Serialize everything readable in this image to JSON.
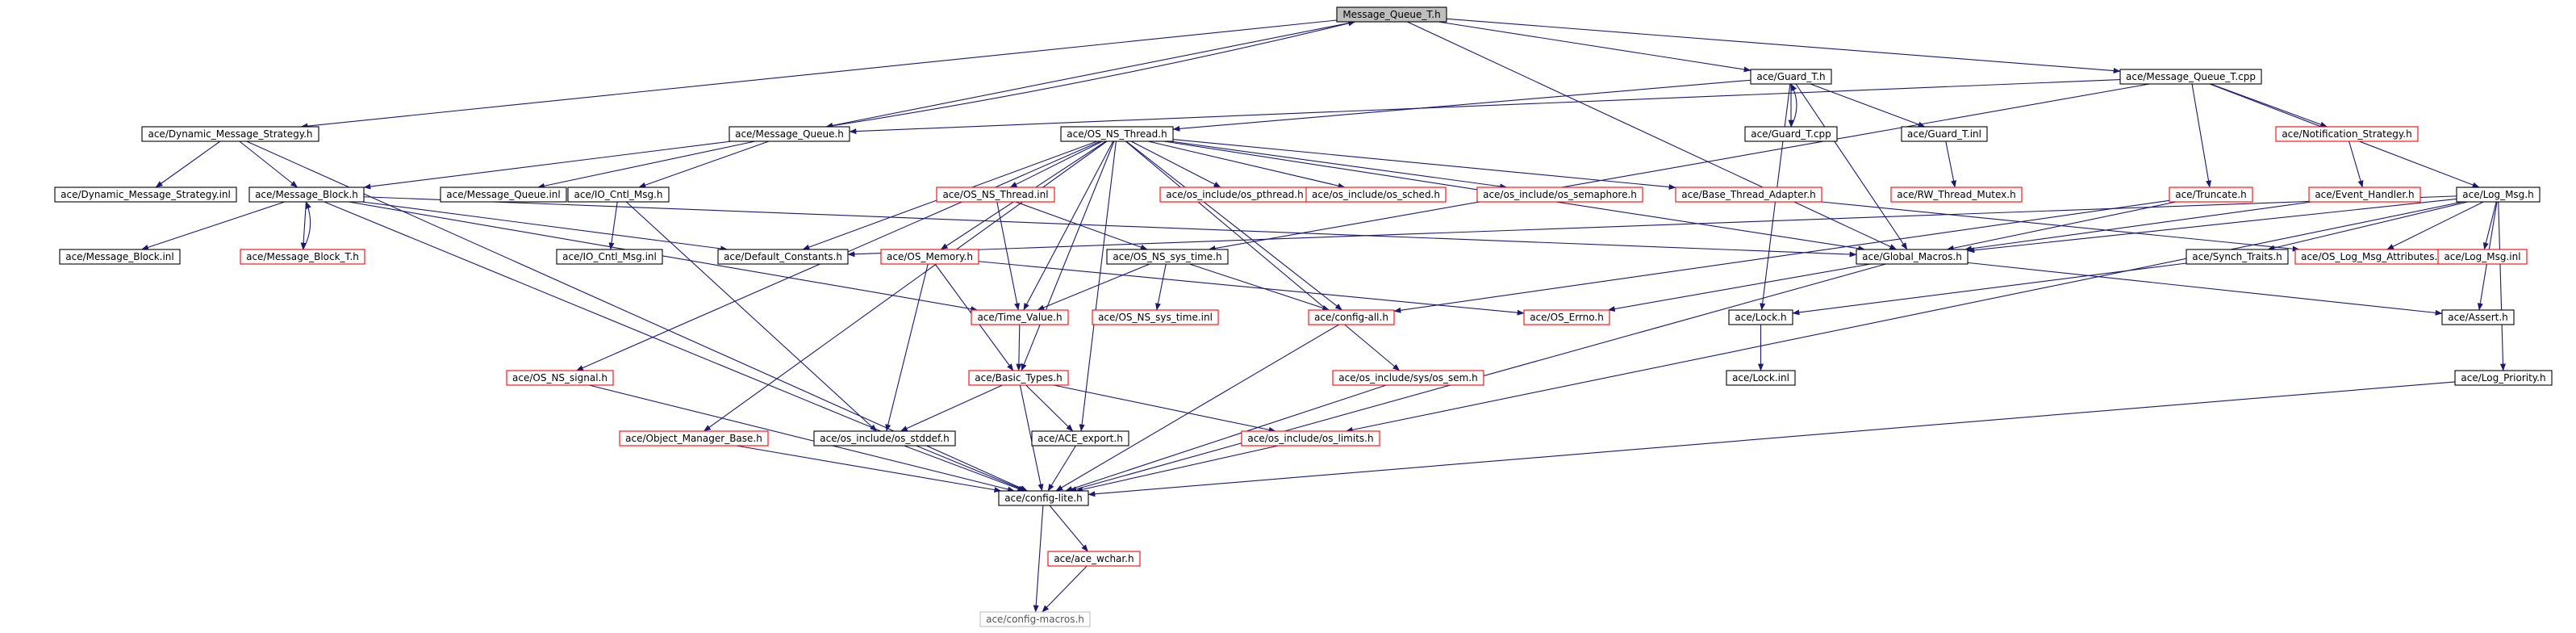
{
  "graph": {
    "nodes": [
      {
        "id": "root",
        "label": "Message_Queue_T.h",
        "kind": "root"
      },
      {
        "id": "guard_h",
        "label": "ace/Guard_T.h",
        "kind": "black"
      },
      {
        "id": "mqt_cpp",
        "label": "ace/Message_Queue_T.cpp",
        "kind": "black"
      },
      {
        "id": "dms_h",
        "label": "ace/Dynamic_Message_Strategy.h",
        "kind": "black"
      },
      {
        "id": "mq_h",
        "label": "ace/Message_Queue.h",
        "kind": "black"
      },
      {
        "id": "osnst_h",
        "label": "ace/OS_NS_Thread.h",
        "kind": "black"
      },
      {
        "id": "guard_cpp",
        "label": "ace/Guard_T.cpp",
        "kind": "black"
      },
      {
        "id": "guard_inl",
        "label": "ace/Guard_T.inl",
        "kind": "black"
      },
      {
        "id": "notif_h",
        "label": "ace/Notification_Strategy.h",
        "kind": "red"
      },
      {
        "id": "logmsg_h",
        "label": "ace/Log_Msg.h",
        "kind": "black"
      },
      {
        "id": "dms_inl",
        "label": "ace/Dynamic_Message_Strategy.inl",
        "kind": "black"
      },
      {
        "id": "mb_h",
        "label": "ace/Message_Block.h",
        "kind": "black"
      },
      {
        "id": "mq_inl",
        "label": "ace/Message_Queue.inl",
        "kind": "black"
      },
      {
        "id": "ioctl_h",
        "label": "ace/IO_Cntl_Msg.h",
        "kind": "black"
      },
      {
        "id": "osnst_inl",
        "label": "ace/OS_NS_Thread.inl",
        "kind": "red"
      },
      {
        "id": "pthread_h",
        "label": "ace/os_include/os_pthread.h",
        "kind": "red"
      },
      {
        "id": "sched_h",
        "label": "ace/os_include/os_sched.h",
        "kind": "red"
      },
      {
        "id": "sema_h",
        "label": "ace/os_include/os_semaphore.h",
        "kind": "red"
      },
      {
        "id": "bta_h",
        "label": "ace/Base_Thread_Adapter.h",
        "kind": "red"
      },
      {
        "id": "rwmutex_h",
        "label": "ace/RW_Thread_Mutex.h",
        "kind": "red"
      },
      {
        "id": "trunc_h",
        "label": "ace/Truncate.h",
        "kind": "red"
      },
      {
        "id": "evh_h",
        "label": "ace/Event_Handler.h",
        "kind": "red"
      },
      {
        "id": "mb_inl",
        "label": "ace/Message_Block.inl",
        "kind": "black"
      },
      {
        "id": "mbt_h",
        "label": "ace/Message_Block_T.h",
        "kind": "red"
      },
      {
        "id": "ioctl_inl",
        "label": "ace/IO_Cntl_Msg.inl",
        "kind": "black"
      },
      {
        "id": "defc_h",
        "label": "ace/Default_Constants.h",
        "kind": "black"
      },
      {
        "id": "osmem_h",
        "label": "ace/OS_Memory.h",
        "kind": "red"
      },
      {
        "id": "osnstime_h",
        "label": "ace/OS_NS_sys_time.h",
        "kind": "black"
      },
      {
        "id": "gmac_h",
        "label": "ace/Global_Macros.h",
        "kind": "black"
      },
      {
        "id": "synch_h",
        "label": "ace/Synch_Traits.h",
        "kind": "black"
      },
      {
        "id": "lma_h",
        "label": "ace/OS_Log_Msg_Attributes.h",
        "kind": "red"
      },
      {
        "id": "logmsg_inl",
        "label": "ace/Log_Msg.inl",
        "kind": "red"
      },
      {
        "id": "tv_h",
        "label": "ace/Time_Value.h",
        "kind": "red"
      },
      {
        "id": "osnstime_inl",
        "label": "ace/OS_NS_sys_time.inl",
        "kind": "red"
      },
      {
        "id": "cfgall_h",
        "label": "ace/config-all.h",
        "kind": "red"
      },
      {
        "id": "errno_h",
        "label": "ace/OS_Errno.h",
        "kind": "red"
      },
      {
        "id": "lock_h",
        "label": "ace/Lock.h",
        "kind": "black"
      },
      {
        "id": "assert_h",
        "label": "ace/Assert.h",
        "kind": "black"
      },
      {
        "id": "lock_inl",
        "label": "ace/Lock.inl",
        "kind": "black"
      },
      {
        "id": "signal_h",
        "label": "ace/OS_NS_signal.h",
        "kind": "red"
      },
      {
        "id": "bt_h",
        "label": "ace/Basic_Types.h",
        "kind": "red"
      },
      {
        "id": "ossem_h",
        "label": "ace/os_include/sys/os_sem.h",
        "kind": "red"
      },
      {
        "id": "logprio_h",
        "label": "ace/Log_Priority.h",
        "kind": "black"
      },
      {
        "id": "omb_h",
        "label": "ace/Object_Manager_Base.h",
        "kind": "red"
      },
      {
        "id": "stddef_h",
        "label": "ace/os_include/os_stddef.h",
        "kind": "black"
      },
      {
        "id": "export_h",
        "label": "ace/ACE_export.h",
        "kind": "black"
      },
      {
        "id": "limits_h",
        "label": "ace/os_include/os_limits.h",
        "kind": "red"
      },
      {
        "id": "cfglite_h",
        "label": "ace/config-lite.h",
        "kind": "black"
      },
      {
        "id": "wchar_h",
        "label": "ace/ace_wchar.h",
        "kind": "red"
      },
      {
        "id": "cfgmac_h",
        "label": "ace/config-macros.h",
        "kind": "gray"
      }
    ],
    "edges": [
      [
        "root",
        "guard_h"
      ],
      [
        "root",
        "mqt_cpp"
      ],
      [
        "root",
        "dms_h"
      ],
      [
        "root",
        "mq_h"
      ],
      [
        "root",
        "gmac_h"
      ],
      [
        "guard_h",
        "guard_cpp"
      ],
      [
        "guard_h",
        "guard_inl"
      ],
      [
        "guard_h",
        "osnst_h"
      ],
      [
        "guard_h",
        "lock_h"
      ],
      [
        "guard_h",
        "gmac_h"
      ],
      [
        "guard_cpp",
        "guard_h"
      ],
      [
        "guard_inl",
        "rwmutex_h"
      ],
      [
        "mqt_cpp",
        "mq_h"
      ],
      [
        "mqt_cpp",
        "notif_h"
      ],
      [
        "mqt_cpp",
        "logmsg_h"
      ],
      [
        "mqt_cpp",
        "trunc_h"
      ],
      [
        "mqt_cpp",
        "osnstime_h"
      ],
      [
        "notif_h",
        "evh_h"
      ],
      [
        "evh_h",
        "gmac_h"
      ],
      [
        "trunc_h",
        "gmac_h"
      ],
      [
        "trunc_h",
        "cfgall_h"
      ],
      [
        "mq_h",
        "mb_h"
      ],
      [
        "mq_h",
        "ioctl_h"
      ],
      [
        "mq_h",
        "mq_inl"
      ],
      [
        "mq_h",
        "root"
      ],
      [
        "dms_h",
        "dms_inl"
      ],
      [
        "dms_h",
        "mb_h"
      ],
      [
        "dms_h",
        "cfglite_h"
      ],
      [
        "mb_h",
        "mb_inl"
      ],
      [
        "mb_h",
        "mbt_h"
      ],
      [
        "mb_h",
        "defc_h"
      ],
      [
        "mb_h",
        "tv_h"
      ],
      [
        "mb_h",
        "gmac_h"
      ],
      [
        "mb_h",
        "cfglite_h"
      ],
      [
        "mbt_h",
        "mb_h"
      ],
      [
        "ioctl_h",
        "ioctl_inl"
      ],
      [
        "ioctl_h",
        "stddef_h"
      ],
      [
        "osnst_h",
        "osnst_inl"
      ],
      [
        "osnst_h",
        "pthread_h"
      ],
      [
        "osnst_h",
        "sched_h"
      ],
      [
        "osnst_h",
        "sema_h"
      ],
      [
        "osnst_h",
        "bta_h"
      ],
      [
        "osnst_h",
        "defc_h"
      ],
      [
        "osnst_h",
        "osmem_h"
      ],
      [
        "osnst_h",
        "gmac_h"
      ],
      [
        "osnst_h",
        "signal_h"
      ],
      [
        "osnst_h",
        "omb_h"
      ],
      [
        "osnst_h",
        "bt_h"
      ],
      [
        "osnst_h",
        "ossem_h"
      ],
      [
        "osnst_h",
        "export_h"
      ],
      [
        "osnst_h",
        "cfgall_h"
      ],
      [
        "osnst_h",
        "tv_h"
      ],
      [
        "osnst_inl",
        "osnstime_h"
      ],
      [
        "osnst_inl",
        "tv_h"
      ],
      [
        "bta_h",
        "lma_h"
      ],
      [
        "logmsg_h",
        "gmac_h"
      ],
      [
        "logmsg_h",
        "synch_h"
      ],
      [
        "logmsg_h",
        "lma_h"
      ],
      [
        "logmsg_h",
        "logmsg_inl"
      ],
      [
        "logmsg_h",
        "assert_h"
      ],
      [
        "logmsg_h",
        "logprio_h"
      ],
      [
        "logmsg_h",
        "limits_h"
      ],
      [
        "logmsg_h",
        "defc_h"
      ],
      [
        "osmem_h",
        "errno_h"
      ],
      [
        "osmem_h",
        "bt_h"
      ],
      [
        "osmem_h",
        "stddef_h"
      ],
      [
        "osnstime_h",
        "tv_h"
      ],
      [
        "osnstime_h",
        "osnstime_inl"
      ],
      [
        "osnstime_h",
        "cfgall_h"
      ],
      [
        "gmac_h",
        "errno_h"
      ],
      [
        "gmac_h",
        "assert_h"
      ],
      [
        "gmac_h",
        "cfglite_h"
      ],
      [
        "synch_h",
        "lock_h"
      ],
      [
        "lock_h",
        "lock_inl"
      ],
      [
        "tv_h",
        "bt_h"
      ],
      [
        "cfgall_h",
        "cfglite_h"
      ],
      [
        "bt_h",
        "stddef_h"
      ],
      [
        "bt_h",
        "export_h"
      ],
      [
        "bt_h",
        "limits_h"
      ],
      [
        "bt_h",
        "cfglite_h"
      ],
      [
        "ossem_h",
        "cfglite_h"
      ],
      [
        "logprio_h",
        "cfglite_h"
      ],
      [
        "omb_h",
        "cfglite_h"
      ],
      [
        "signal_h",
        "cfglite_h"
      ],
      [
        "stddef_h",
        "cfglite_h"
      ],
      [
        "export_h",
        "cfglite_h"
      ],
      [
        "limits_h",
        "cfglite_h"
      ],
      [
        "cfglite_h",
        "wchar_h"
      ],
      [
        "cfglite_h",
        "cfgmac_h"
      ],
      [
        "wchar_h",
        "cfgmac_h"
      ]
    ]
  }
}
